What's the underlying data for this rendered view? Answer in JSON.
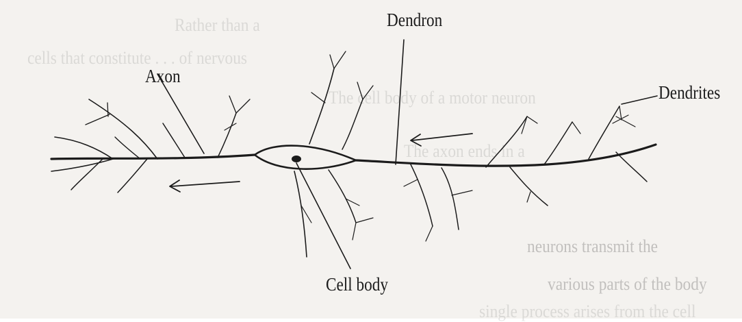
{
  "labels": {
    "dendron": "Dendron",
    "axon": "Axon",
    "dendrites": "Dendrites",
    "cell_body": "Cell body"
  },
  "colors": {
    "ink": "#1b1b1b",
    "paper": "#f4f2ef"
  }
}
